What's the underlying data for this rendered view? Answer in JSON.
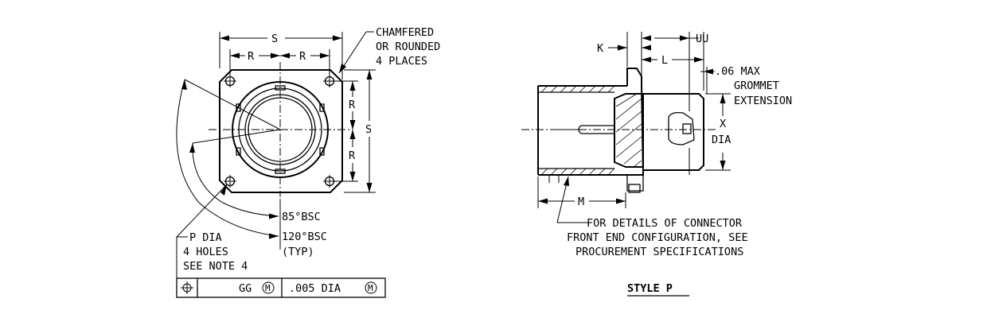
{
  "front_view": {
    "dim_s_top": "S",
    "dim_r_left": "R",
    "dim_r_right": "R",
    "dim_r_upper": "R",
    "dim_r_lower": "R",
    "dim_s_side": "S",
    "note_chamfer": [
      "CHAMFERED",
      "OR ROUNDED",
      "4 PLACES"
    ],
    "angle_85": "85°BSC",
    "angle_120": "120°BSC",
    "angle_typ": "(TYP)",
    "hole_note": [
      "P DIA",
      "4 HOLES",
      "SEE NOTE 4"
    ]
  },
  "fcf": {
    "symbol": "position",
    "datum": "GG",
    "modifier1": "M",
    "tolerance": ".005 DIA",
    "modifier2": "M"
  },
  "side_view": {
    "dim_k": "K",
    "dim_uu": "UU",
    "dim_l": "L",
    "grommet_note": [
      ".06 MAX",
      "GROMMET",
      "EXTENSION"
    ],
    "dim_x": "X",
    "dim_dia": "DIA",
    "dim_m": "M",
    "details_note": [
      "FOR DETAILS OF CONNECTOR",
      "FRONT END CONFIGURATION, SEE",
      "PROCUREMENT SPECIFICATIONS"
    ],
    "style_label": "STYLE P"
  }
}
